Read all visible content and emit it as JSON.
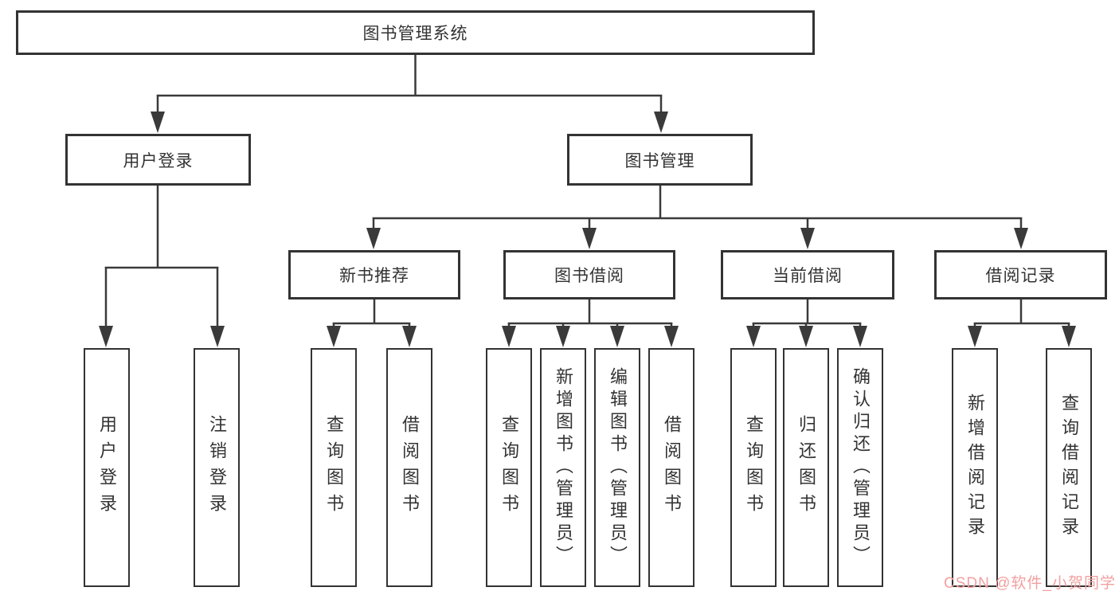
{
  "tree": {
    "label": "图书管理系统",
    "children": [
      {
        "label": "用户登录",
        "children": [
          {
            "label": "用户登录"
          },
          {
            "label": "注销登录"
          }
        ]
      },
      {
        "label": "图书管理",
        "children": [
          {
            "label": "新书推荐",
            "children": [
              {
                "label": "查询图书"
              },
              {
                "label": "借阅图书"
              }
            ]
          },
          {
            "label": "图书借阅",
            "children": [
              {
                "label": "查询图书"
              },
              {
                "label": "新增图书（管理员）"
              },
              {
                "label": "编辑图书（管理员）"
              },
              {
                "label": "借阅图书"
              }
            ]
          },
          {
            "label": "当前借阅",
            "children": [
              {
                "label": "查询图书"
              },
              {
                "label": "归还图书"
              },
              {
                "label": "确认归还（管理员）"
              }
            ]
          },
          {
            "label": "借阅记录",
            "children": [
              {
                "label": "新增借阅记录"
              },
              {
                "label": "查询借阅记录"
              }
            ]
          }
        ]
      }
    ]
  },
  "watermark": {
    "text": "CSDN @软件_小贺同学",
    "color": "#F2A0A0"
  },
  "colors": {
    "line": "#3A3A3A",
    "box_border": "#333333",
    "text": "#333333",
    "background": "#FFFFFF"
  }
}
